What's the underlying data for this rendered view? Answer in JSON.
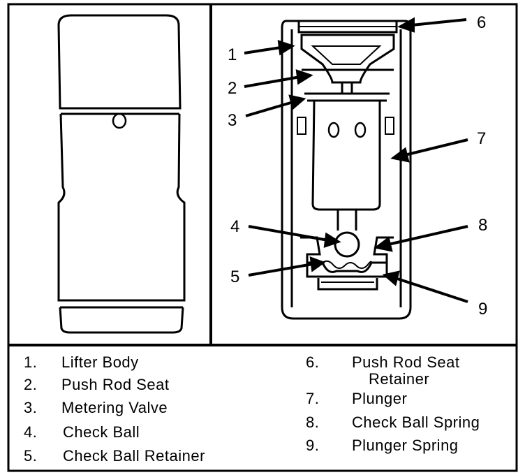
{
  "callouts": [
    "1",
    "2",
    "3",
    "4",
    "5",
    "6",
    "7",
    "8",
    "9"
  ],
  "legend": [
    {
      "num": "1.",
      "label": "Lifter Body"
    },
    {
      "num": "2.",
      "label": "Push Rod Seat"
    },
    {
      "num": "3.",
      "label": "Metering Valve"
    },
    {
      "num": "4.",
      "label": "Check Ball"
    },
    {
      "num": "5.",
      "label": "Check Ball Retainer"
    },
    {
      "num": "6.",
      "label": "Push Rod Seat",
      "label2": "Retainer"
    },
    {
      "num": "7.",
      "label": "Plunger"
    },
    {
      "num": "8.",
      "label": "Check Ball Spring"
    },
    {
      "num": "9.",
      "label": "Plunger Spring"
    }
  ]
}
